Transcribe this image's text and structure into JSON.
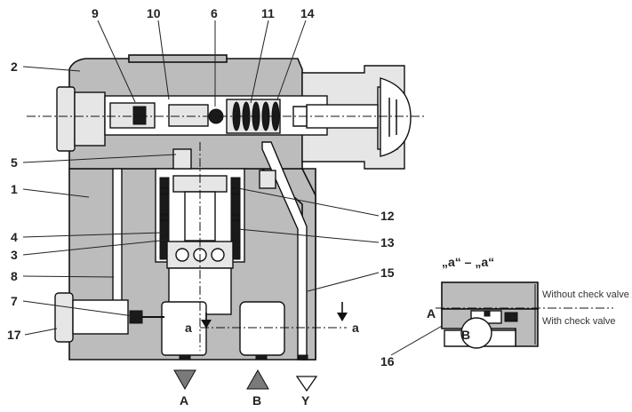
{
  "callouts": [
    "1",
    "2",
    "3",
    "4",
    "5",
    "6",
    "7",
    "8",
    "9",
    "10",
    "11",
    "12",
    "13",
    "14",
    "15",
    "16",
    "17"
  ],
  "ports": {
    "a": "A",
    "b": "B",
    "y": "Y"
  },
  "section": {
    "marker": "a",
    "title": "„a“ – „a“"
  },
  "detail": {
    "port_a": "A",
    "port_b": "B",
    "without_check": "Without check valve",
    "with_check": "With check valve"
  }
}
